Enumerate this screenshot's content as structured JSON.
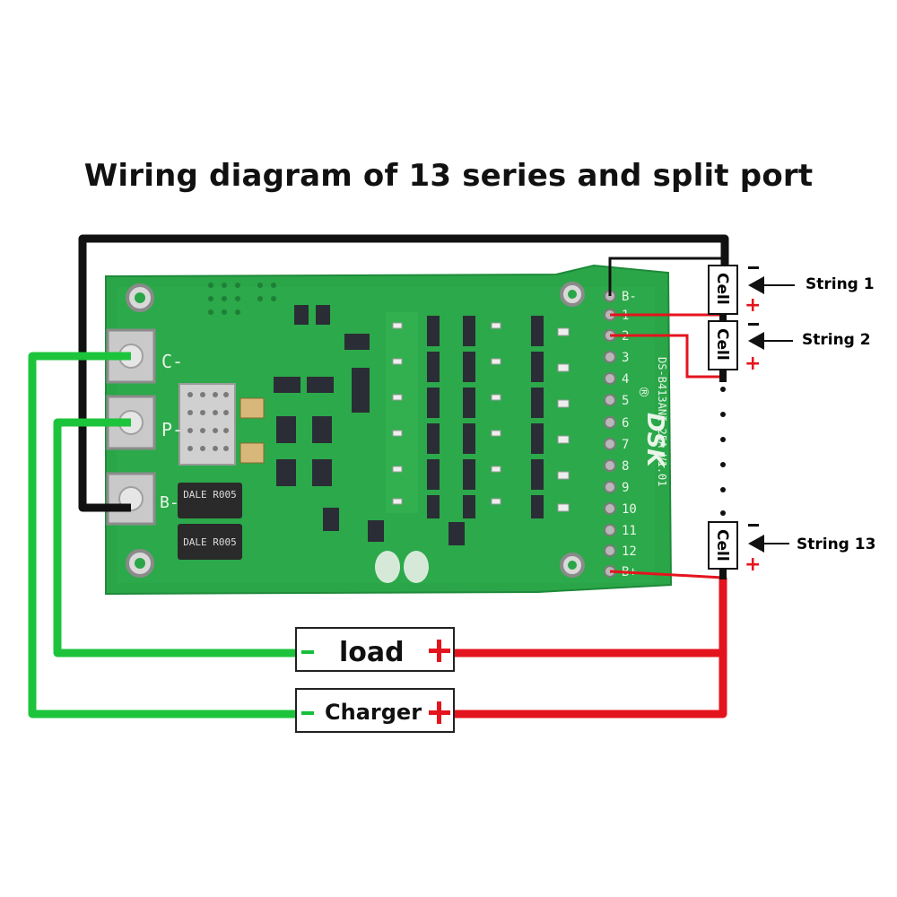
{
  "title": "Wiring diagram of 13 series and split port",
  "board": {
    "brand": "DSK",
    "registered_mark": "®",
    "model": "DS-B413ANI-25A V1.01",
    "ports": [
      "C-",
      "P-",
      "B-"
    ],
    "resistors": [
      "DALE R005",
      "DALE R005"
    ],
    "balance_pins": [
      "B-",
      "1",
      "2",
      "3",
      "4",
      "5",
      "6",
      "7",
      "8",
      "9",
      "10",
      "11",
      "12",
      "B+"
    ]
  },
  "cells": [
    {
      "label": "Cell",
      "neg": "−",
      "pos": "+",
      "string": "String 1"
    },
    {
      "label": "Cell",
      "neg": "−",
      "pos": "+",
      "string": "String 2"
    },
    {
      "label": "Cell",
      "neg": "−",
      "pos": "+",
      "string": "String 13"
    }
  ],
  "load": {
    "label": "load",
    "neg": "−",
    "pos": "+"
  },
  "charger": {
    "label": "Charger",
    "neg": "−",
    "pos": "+"
  },
  "colors": {
    "black_wire": "#111111",
    "green_wire": "#1cc43c",
    "red_wire": "#e4141e",
    "pcb": "#2aa648",
    "pcb_dark": "#1e8a3a"
  }
}
